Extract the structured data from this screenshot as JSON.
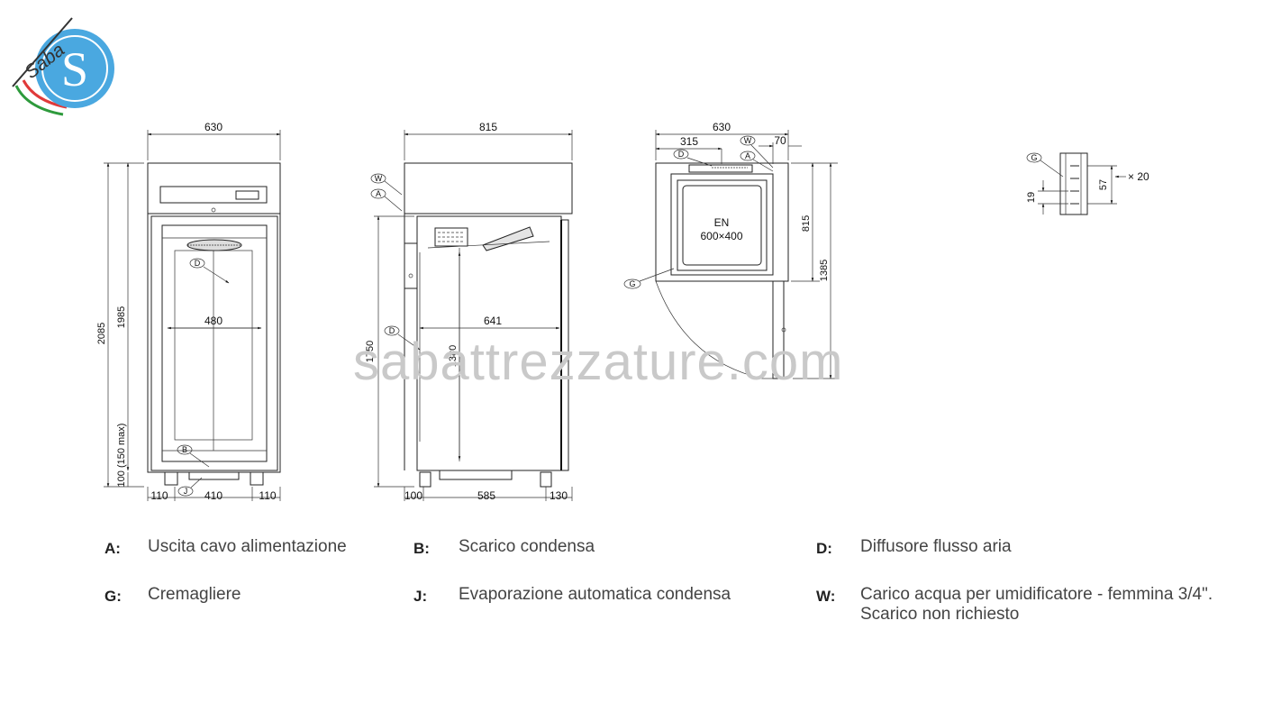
{
  "brand": {
    "logo_text": "Saba",
    "logo_letter": "S",
    "logo_color": "#4aa8e0"
  },
  "watermark": "sabattrezzature.com",
  "views": {
    "front": {
      "dims": {
        "width": "630",
        "height_total": "2085",
        "height_body": "1985",
        "feet": "100 (150 max)",
        "inner_width": "480",
        "bottom_left": "110",
        "bottom_mid": "410",
        "bottom_right": "110"
      },
      "callouts": {
        "d": "D",
        "b": "B",
        "j": "J"
      }
    },
    "side": {
      "dims": {
        "depth": "815",
        "height_outer": "1750",
        "height_inner": "1380",
        "inner_depth": "641",
        "bottom_left": "100",
        "bottom_mid": "585",
        "bottom_right": "130"
      },
      "callouts": {
        "w": "W",
        "a": "A",
        "d": "D"
      }
    },
    "top": {
      "dims": {
        "width": "630",
        "half": "315",
        "offset": "70",
        "depth": "815",
        "door_open": "1385"
      },
      "tray": {
        "line1": "EN",
        "line2": "600×400"
      },
      "callouts": {
        "w": "W",
        "a": "A",
        "d": "D",
        "g": "G"
      }
    },
    "rack": {
      "dims": {
        "pitch": "57",
        "count": "× 20",
        "slot": "19"
      },
      "callouts": {
        "g": "G"
      }
    }
  },
  "legend": [
    {
      "code": "A:",
      "text": "Uscita cavo alimentazione"
    },
    {
      "code": "B:",
      "text": "Scarico condensa"
    },
    {
      "code": "D:",
      "text": "Diffusore flusso aria"
    },
    {
      "code": "G:",
      "text": "Cremagliere"
    },
    {
      "code": "J:",
      "text": "Evaporazione automatica condensa"
    },
    {
      "code": "W:",
      "text": "Carico acqua per umidificatore - femmina 3/4\". Scarico non richiesto"
    }
  ]
}
